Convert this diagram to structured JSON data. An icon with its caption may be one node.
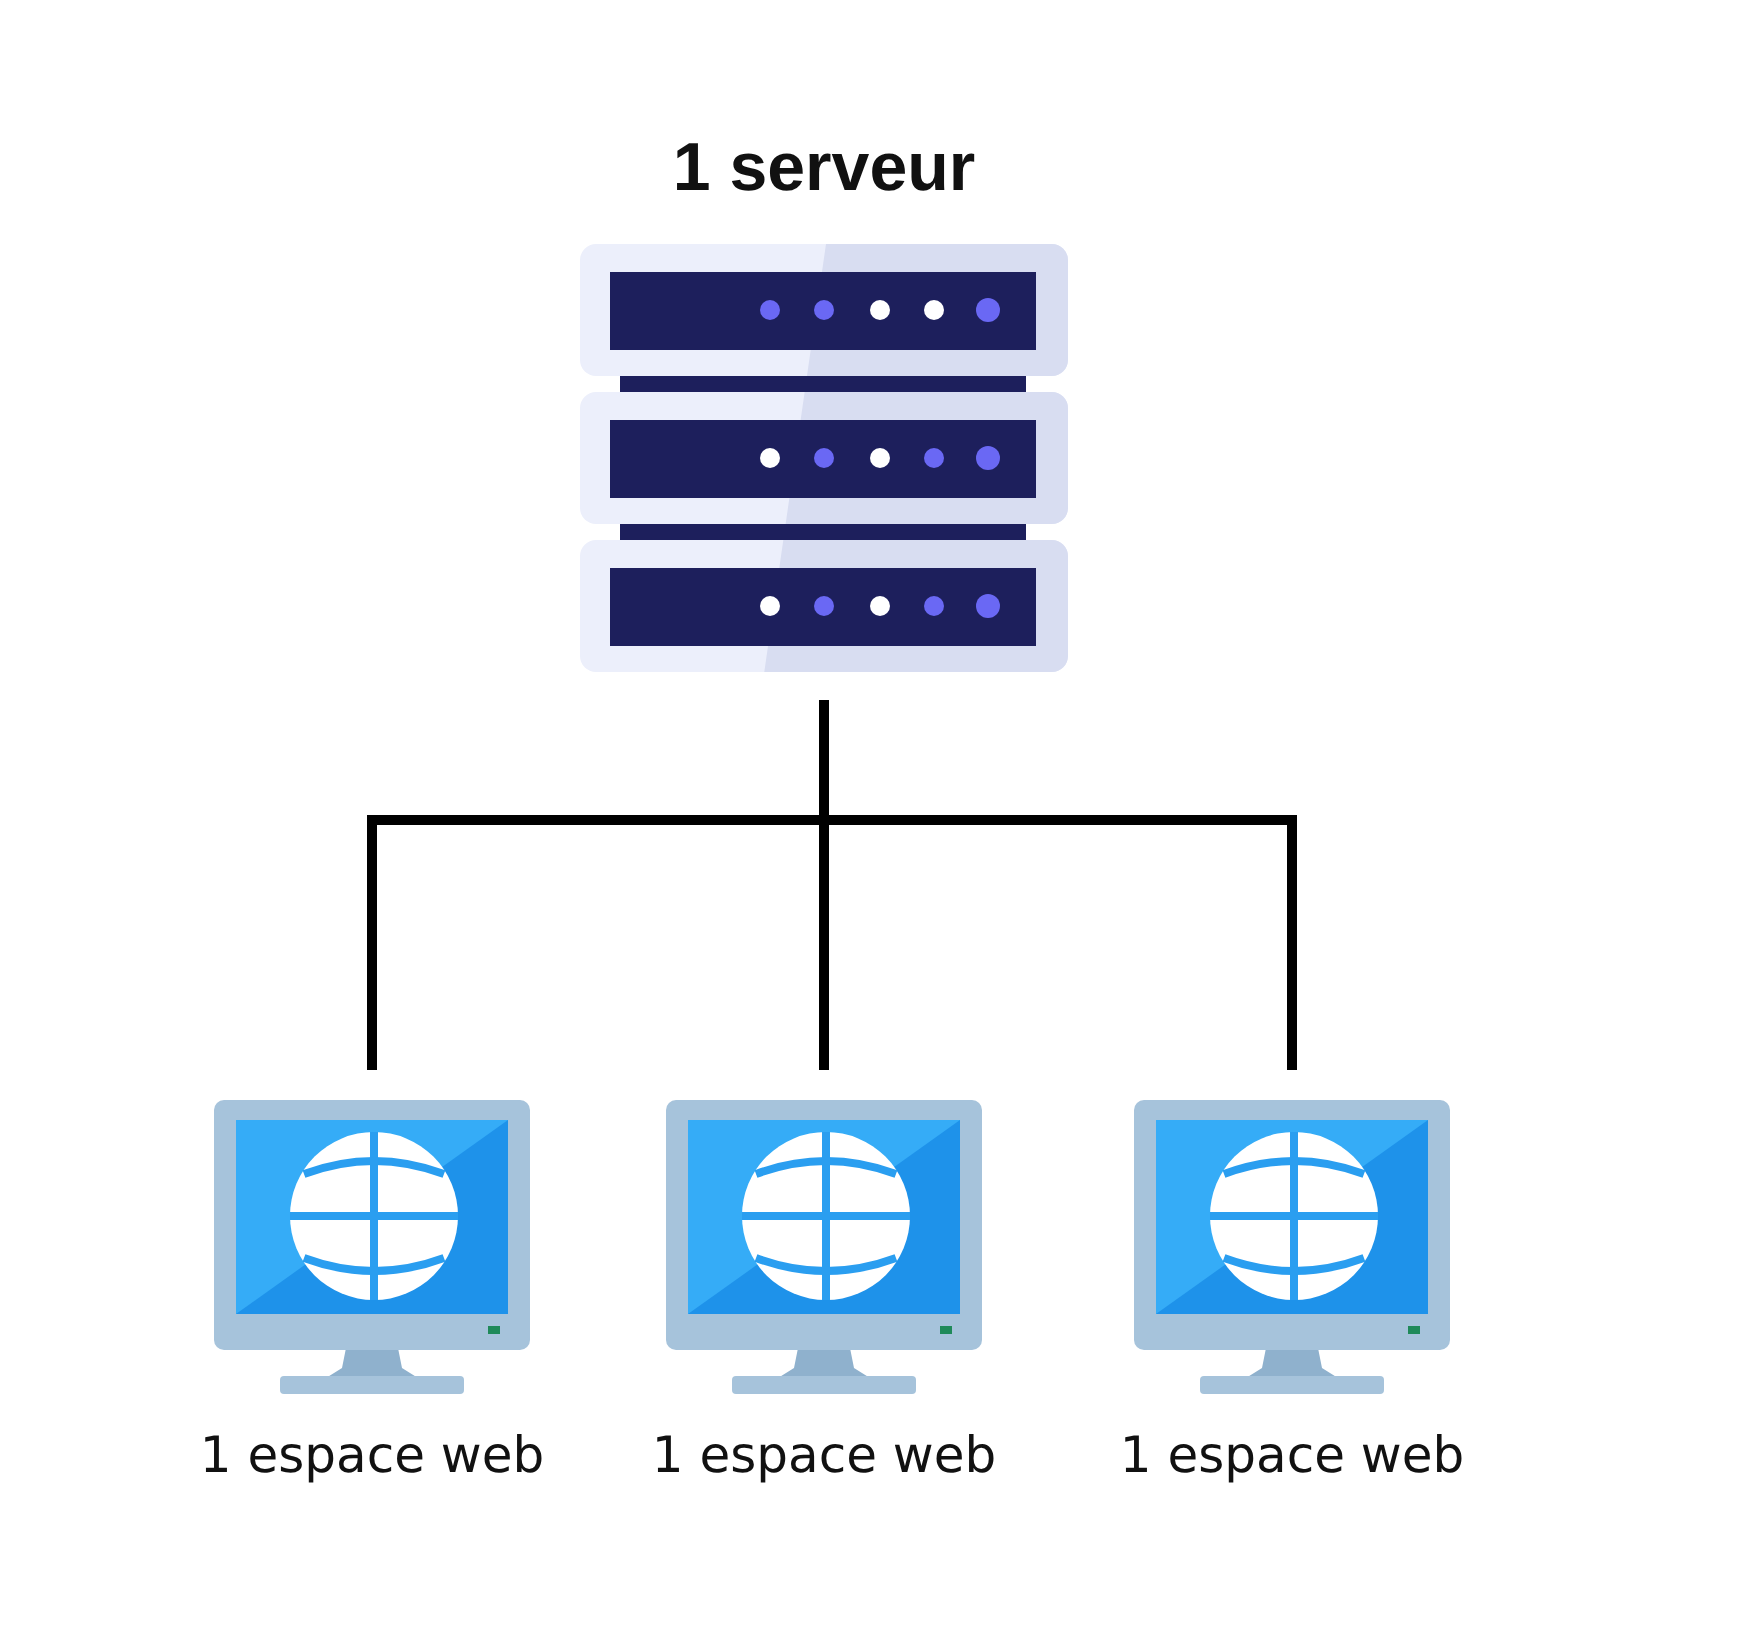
{
  "diagram": {
    "nodes": [
      {
        "text": [
          "1 serveur"
        ]
      },
      {
        "text": [
          "1 espace web"
        ]
      },
      {
        "text": [
          "1 espace web"
        ]
      },
      {
        "text": [
          "1 espace web"
        ]
      }
    ],
    "edges": [
      {
        "from": 0,
        "to": 1,
        "arrow": "none"
      },
      {
        "from": 0,
        "to": 2,
        "arrow": "none"
      },
      {
        "from": 0,
        "to": 3,
        "arrow": "none"
      }
    ]
  }
}
